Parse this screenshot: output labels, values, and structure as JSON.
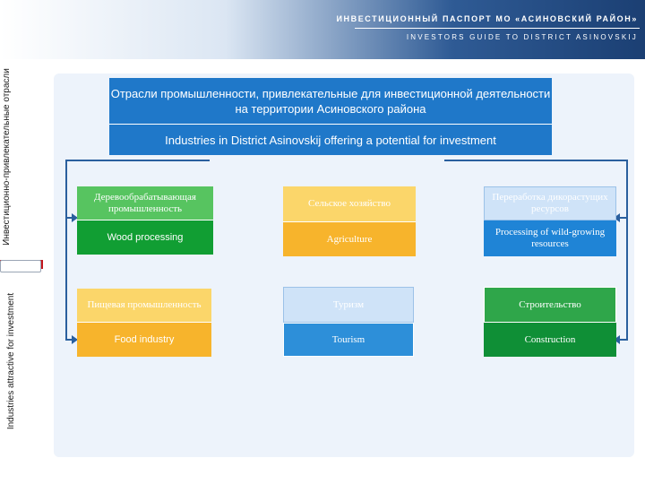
{
  "header": {
    "title_ru": "ИНВЕСТИЦИОННЫЙ ПАСПОРТ МО «АСИНОВСКИЙ РАЙОН»",
    "title_en": "INVESTORS GUIDE TO DISTRICT ASINOVSKIJ"
  },
  "sidebar": {
    "label_ru": "Инвестиционно-привлекательные отрасли",
    "label_en": "Industries attractive for investment"
  },
  "diagram": {
    "title_ru": "Отрасли промышленности, привлекательные для инвестиционной деятельности на территории Асиновского района",
    "title_en": "Industries in District Asinovskij offering a potential for investment",
    "nodes": [
      {
        "ru": "Деревообрабатывающая промышленность",
        "en": "Wood processing"
      },
      {
        "ru": "Сельское хозяйство",
        "en": "Agriculture"
      },
      {
        "ru": "Переработка дикорастущих ресурсов",
        "en": "Processing of wild-growing resources"
      },
      {
        "ru": "Пищевая промышленность",
        "en": "Food industry"
      },
      {
        "ru": "Туризм",
        "en": "Tourism"
      },
      {
        "ru": "Строительство",
        "en": "Construction"
      }
    ]
  }
}
